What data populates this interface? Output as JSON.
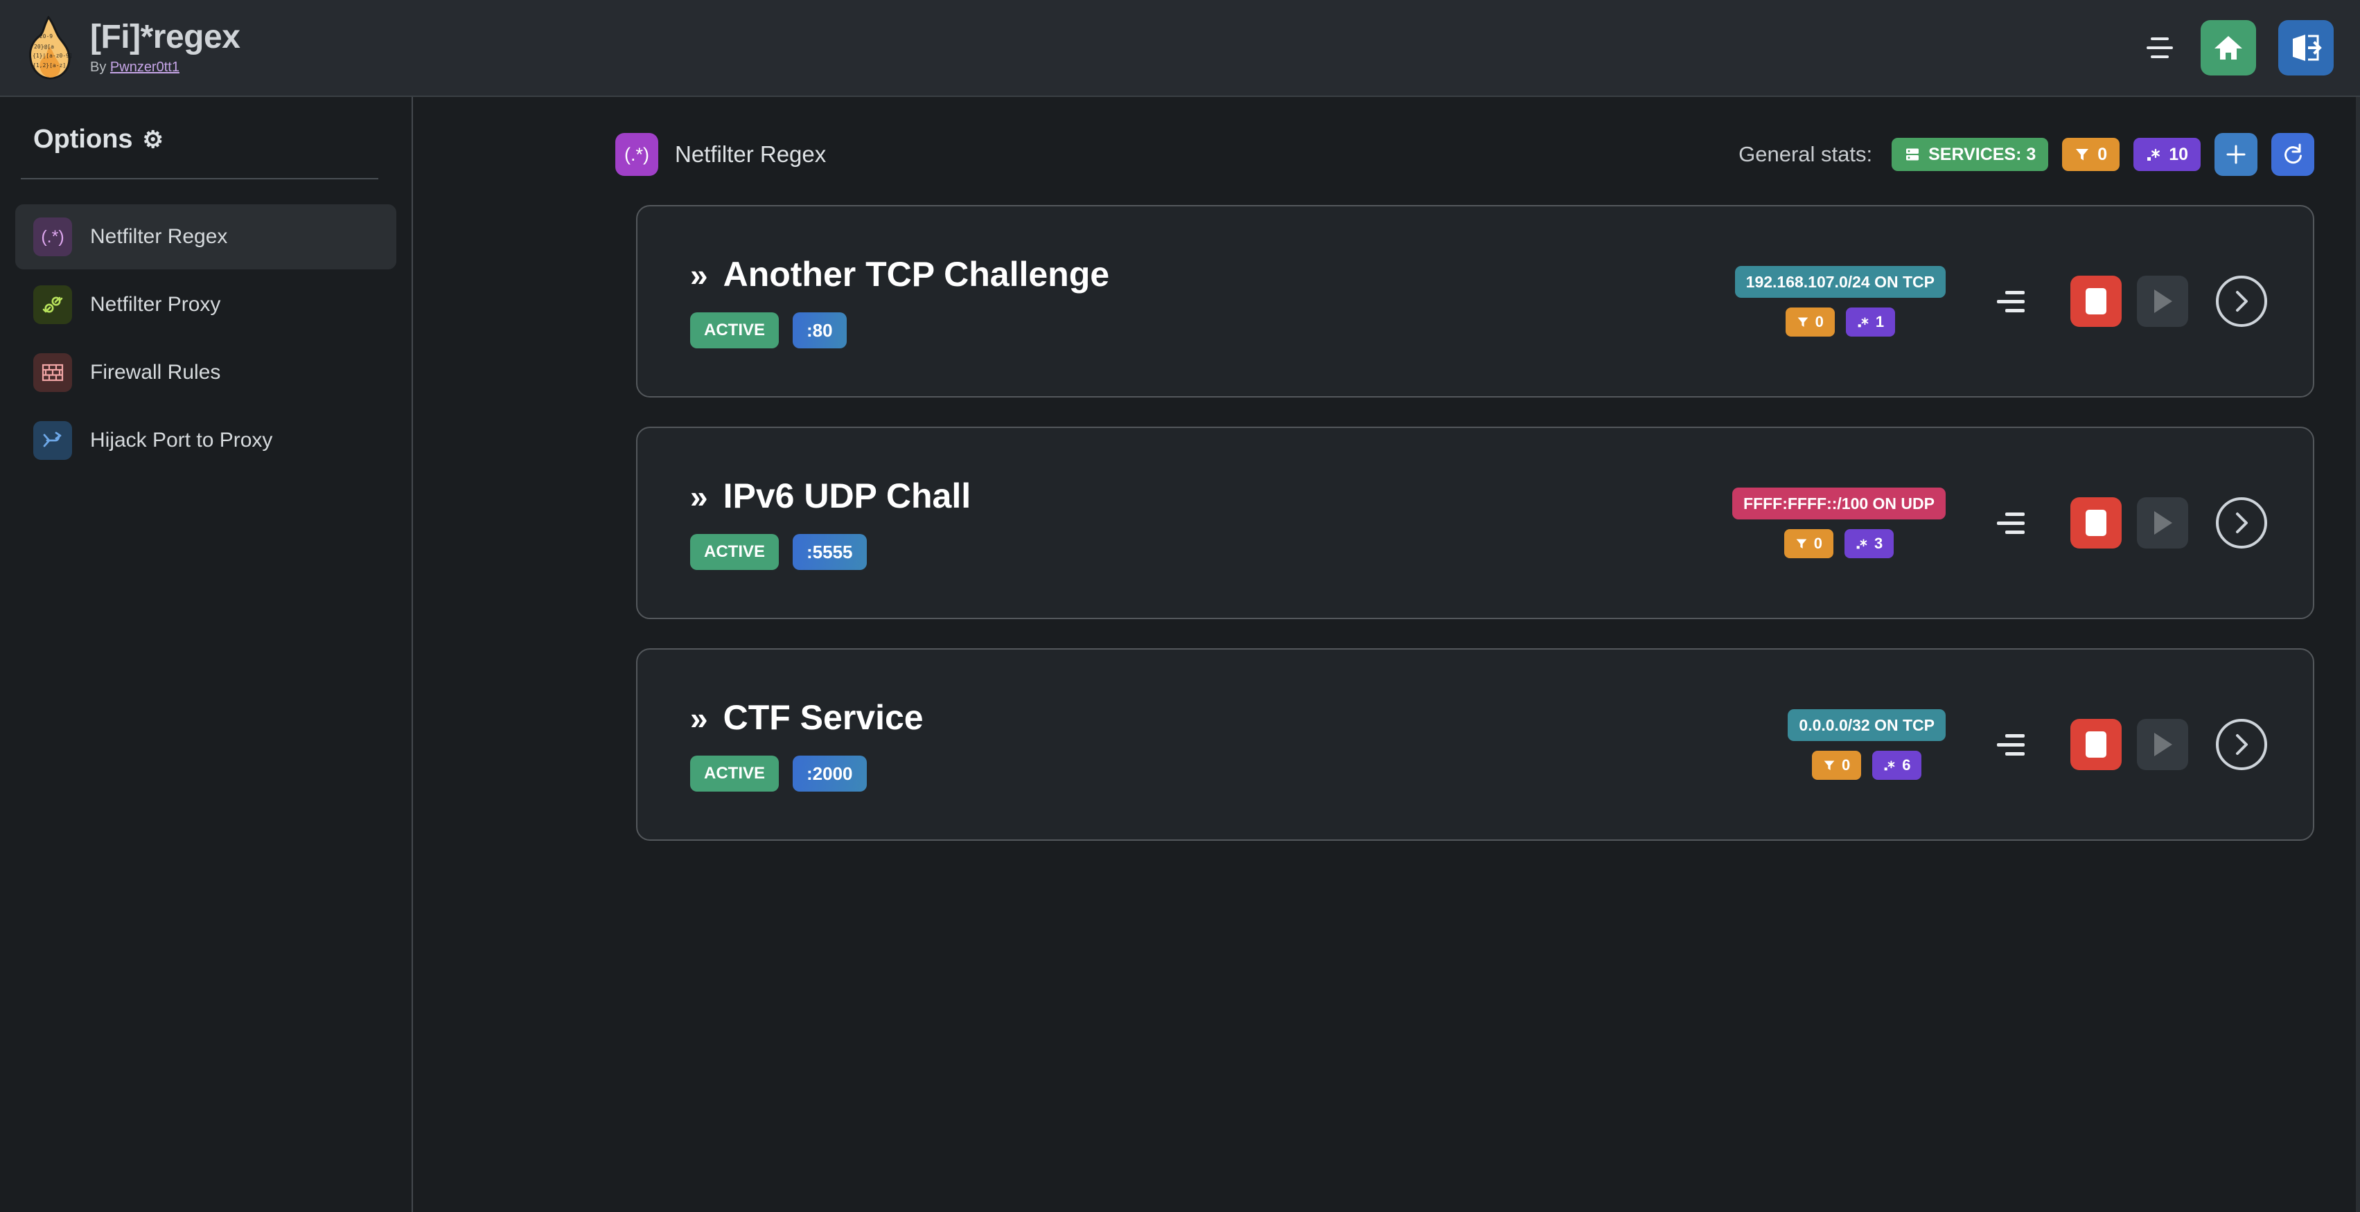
{
  "header": {
    "logo_icon": "flame-regex-logo",
    "title": "[Fi]*regex",
    "by_prefix": "By ",
    "author": "Pwnzer0tt1",
    "menu_icon": "hamburger-icon",
    "home_icon": "home-icon",
    "logout_icon": "logout-icon"
  },
  "sidebar": {
    "title": "Options",
    "gear": "⚙",
    "items": [
      {
        "label": "Netfilter Regex",
        "icon": "regex-icon",
        "glyph": "(.*)",
        "active": true
      },
      {
        "label": "Netfilter Proxy",
        "icon": "plug-icon",
        "glyph": "",
        "active": false
      },
      {
        "label": "Firewall Rules",
        "icon": "brick-wall-icon",
        "glyph": "",
        "active": false
      },
      {
        "label": "Hijack Port to Proxy",
        "icon": "route-split-icon",
        "glyph": "",
        "active": false
      }
    ]
  },
  "main": {
    "page_icon": "regex-icon",
    "page_icon_glyph": "(.*)",
    "page_title": "Netfilter Regex",
    "stats": {
      "label": "General stats:",
      "services": {
        "icon": "server-icon",
        "text": "SERVICES: 3"
      },
      "filters": {
        "icon": "funnel-icon",
        "text": "0"
      },
      "regexes": {
        "icon": "regex-small-icon",
        "text": "10"
      },
      "add_icon": "plus-icon",
      "refresh_icon": "refresh-icon"
    },
    "services": [
      {
        "chevron": "»",
        "name": "Another TCP Challenge",
        "status": "ACTIVE",
        "port": ":80",
        "network": "192.168.107.0/24 ON TCP",
        "network_proto": "tcp",
        "filters": "0",
        "regexes": "1",
        "menu_icon": "settings-lines-icon",
        "stop_icon": "stop-icon",
        "play_icon": "play-icon",
        "details_icon": "chevron-right-icon"
      },
      {
        "chevron": "»",
        "name": "IPv6 UDP Chall",
        "status": "ACTIVE",
        "port": ":5555",
        "network": "FFFF:FFFF::/100 ON UDP",
        "network_proto": "udp",
        "filters": "0",
        "regexes": "3",
        "menu_icon": "settings-lines-icon",
        "stop_icon": "stop-icon",
        "play_icon": "play-icon",
        "details_icon": "chevron-right-icon"
      },
      {
        "chevron": "»",
        "name": "CTF Service",
        "status": "ACTIVE",
        "port": ":2000",
        "network": "0.0.0.0/32 ON TCP",
        "network_proto": "tcp",
        "filters": "0",
        "regexes": "6",
        "menu_icon": "settings-lines-icon",
        "stop_icon": "stop-icon",
        "play_icon": "play-icon",
        "details_icon": "chevron-right-icon"
      }
    ]
  },
  "colors": {
    "page_bg": "#1a1d20",
    "header_bg": "#272b30",
    "card_bg": "#212529",
    "card_border": "#54585c",
    "accent_green": "#45a176",
    "accent_orange": "#e0932f",
    "accent_purple": "#6f42d1",
    "accent_red": "#dc4237",
    "accent_blue": "#3d7ec4",
    "accent_teal": "#3a8b99",
    "accent_pink": "#c93a64"
  }
}
